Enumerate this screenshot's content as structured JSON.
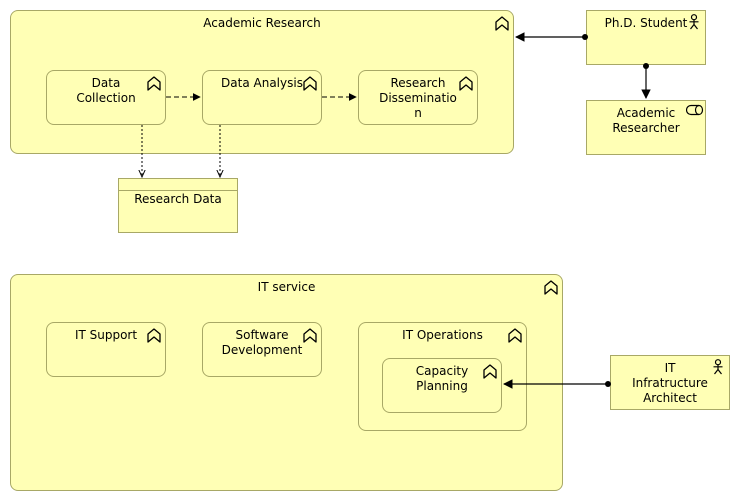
{
  "groups": {
    "academic_research": {
      "title": "Academic Research",
      "icon": "function-icon"
    },
    "it_service": {
      "title": "IT service",
      "icon": "function-icon"
    }
  },
  "functions": {
    "data_collection": {
      "label": "Data\nCollection",
      "icon": "function-icon"
    },
    "data_analysis": {
      "label": "Data Analysis",
      "icon": "function-icon"
    },
    "research_dissemination": {
      "label": "Research\nDisseminatio\nn",
      "icon": "function-icon"
    },
    "it_support": {
      "label": "IT Support",
      "icon": "function-icon"
    },
    "software_development": {
      "label": "Software\nDevelopment",
      "icon": "function-icon"
    },
    "it_operations": {
      "label": "IT Operations",
      "icon": "function-icon"
    },
    "capacity_planning": {
      "label": "Capacity\nPlanning",
      "icon": "function-icon"
    }
  },
  "actors": {
    "phd_student": {
      "label": "Ph.D. Student",
      "icon": "actor-icon"
    },
    "it_architect": {
      "label": "IT\nInfratructure\nArchitect",
      "icon": "actor-icon"
    }
  },
  "roles": {
    "academic_researcher": {
      "label": "Academic\nResearcher",
      "icon": "role-icon"
    }
  },
  "data_objects": {
    "research_data": {
      "label": "Research Data"
    }
  },
  "colors": {
    "fill": "#ffffb5",
    "border": "#a8a866",
    "line": "#000000"
  }
}
